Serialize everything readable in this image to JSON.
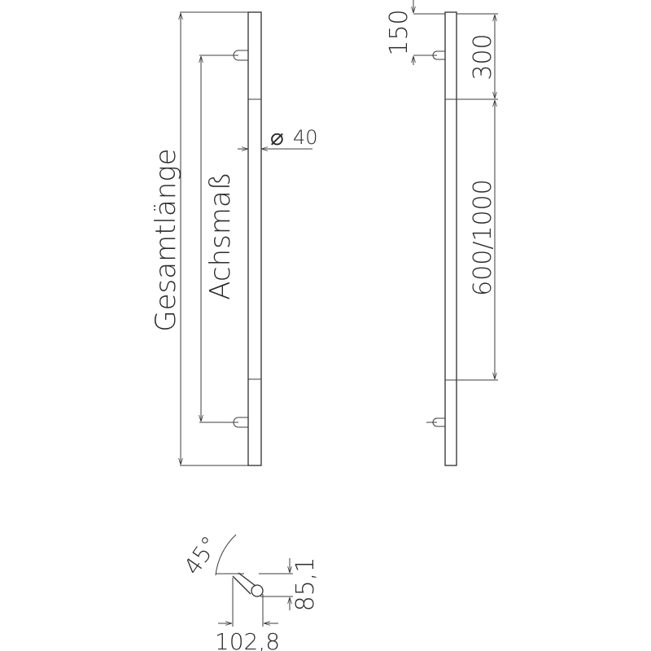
{
  "drawing": {
    "front_view": {
      "overall_length_label": "Gesamtlänge",
      "center_distance_label": "Achsmaß",
      "diameter_symbol": "⌀",
      "diameter_value": "40"
    },
    "side_view": {
      "dim_150": "150",
      "dim_300": "300",
      "dim_length": "600/1000"
    },
    "detail_view": {
      "angle": "45°",
      "height": "85,1",
      "projection": "102,8"
    }
  }
}
